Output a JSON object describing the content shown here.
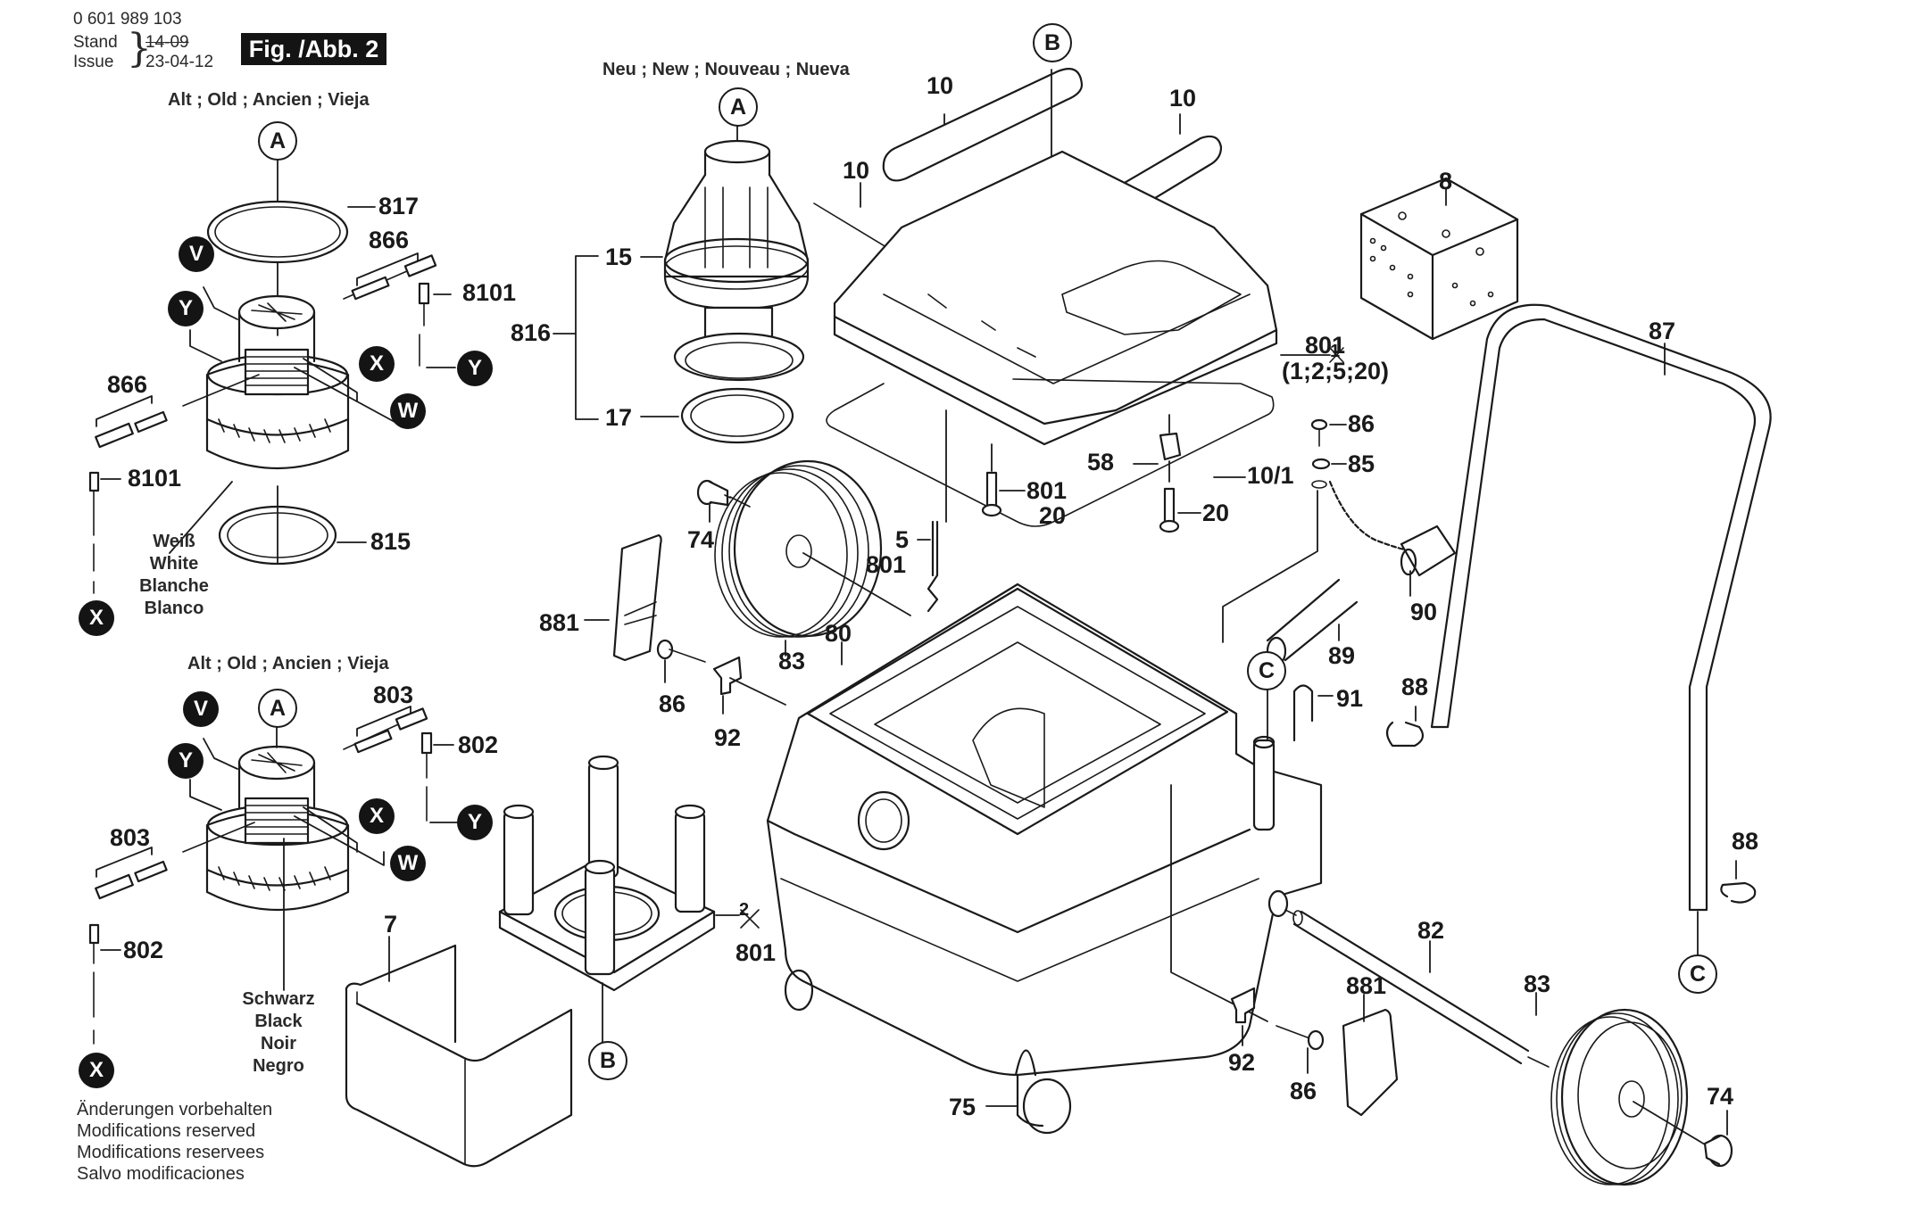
{
  "header": {
    "part_number": "0 601 989 103",
    "stand_label": "Stand",
    "issue_label": "Issue",
    "old_date": "14-09",
    "new_date": "23-04-12",
    "figure_badge": "Fig. /Abb. 2"
  },
  "sections": {
    "old_top": "Alt ; Old ; Ancien ; Vieja",
    "old_bottom": "Alt ; Old ; Ancien ; Vieja",
    "new": "Neu ; New ; Nouveau ; Nueva"
  },
  "color_notes": {
    "white": [
      "Weiß",
      "White",
      "Blanche",
      "Blanco"
    ],
    "black": [
      "Schwarz",
      "Black",
      "Noir",
      "Negro"
    ]
  },
  "footer_note": [
    "Änderungen vorbehalten",
    "Modifications reserved",
    "Modifications reservees",
    "Salvo modificaciones"
  ],
  "connectors": {
    "A": "A",
    "B": "B",
    "C": "C",
    "V": "V",
    "W": "W",
    "X": "X",
    "Y": "Y"
  },
  "part_labels": {
    "p817": "817",
    "p866a": "866",
    "p8101a": "8101",
    "p866b": "866",
    "p8101b": "8101",
    "p815": "815",
    "p803a": "803",
    "p802a": "802",
    "p803b": "803",
    "p802b": "802",
    "p7": "7",
    "p15": "15",
    "p816": "816",
    "p17": "17",
    "p10a": "10",
    "p10b": "10",
    "p10c": "10",
    "p8": "8",
    "p801_top": "801",
    "p801_sub": "(1;2;5;20)",
    "p1_crossed": "1",
    "p87": "87",
    "p86_top": "86",
    "p85": "85",
    "p58": "58",
    "p10_1": "10/1",
    "p801_screw": "801",
    "p20_a": "20",
    "p20_b": "20",
    "p74_left": "74",
    "p5": "5",
    "p801_mid": "801",
    "p881_left": "881",
    "p83_left": "83",
    "p80": "80",
    "p86_left": "86",
    "p92_left": "92",
    "p90": "90",
    "p89": "89",
    "p91": "91",
    "p88_top": "88",
    "p2_crossed": "2",
    "p801_base": "801",
    "p88_bottom": "88",
    "p82": "82",
    "p83_right": "83",
    "p881_right": "881",
    "p92_right": "92",
    "p86_right": "86",
    "p75": "75",
    "p74_right": "74"
  }
}
